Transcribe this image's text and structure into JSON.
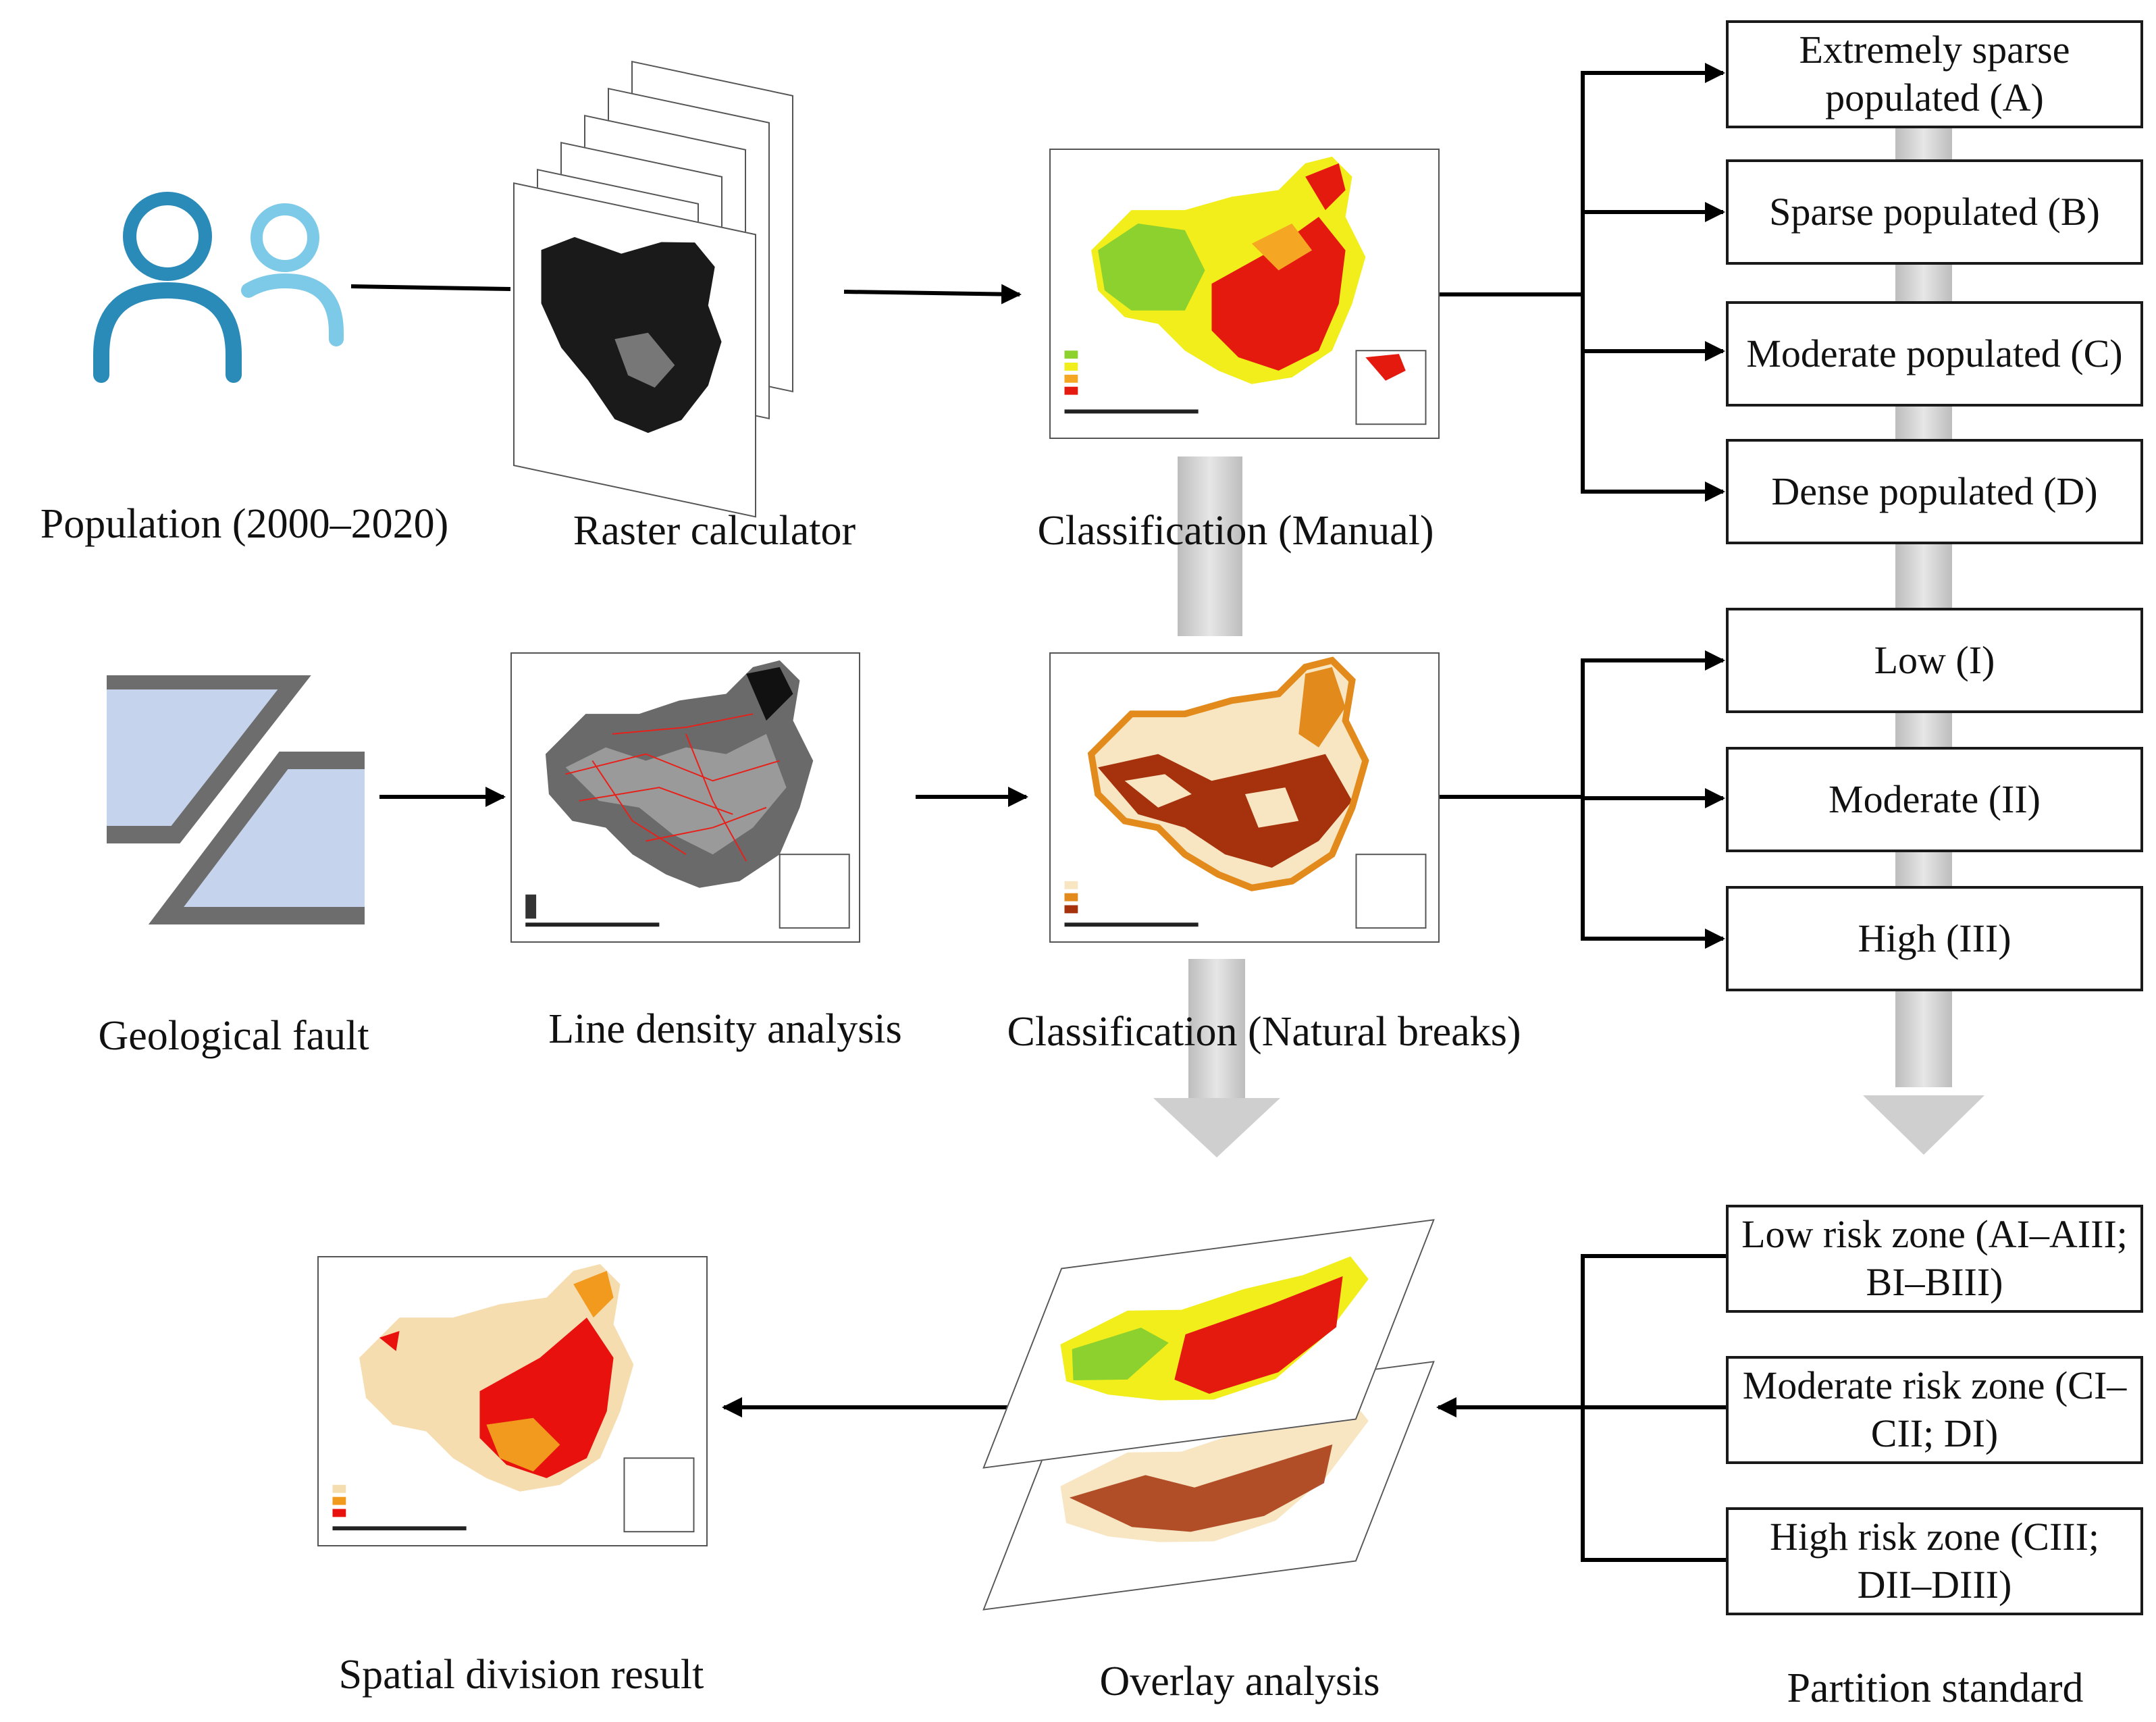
{
  "steps": {
    "population": "Population (2000–2020)",
    "raster": "Raster calculator",
    "class_manual": "Classification (Manual)",
    "geo_fault": "Geological fault",
    "line_density": "Line density analysis",
    "class_natural": "Classification (Natural breaks)",
    "spatial_result": "Spatial division result",
    "overlay": "Overlay analysis",
    "partition": "Partition standard"
  },
  "population_classes": [
    {
      "label": "Extremely sparse populated (A)"
    },
    {
      "label": "Sparse populated (B)"
    },
    {
      "label": "Moderate populated (C)"
    },
    {
      "label": "Dense populated (D)"
    }
  ],
  "fault_classes": [
    {
      "label": "Low (I)"
    },
    {
      "label": "Moderate (II)"
    },
    {
      "label": "High (III)"
    }
  ],
  "risk_zones": [
    {
      "label": "Low risk zone (AI–AIII; BI–BIII)"
    },
    {
      "label": "Moderate risk zone (CI–CII; DI)"
    },
    {
      "label": "High risk zone (CIII; DII–DIII)"
    }
  ],
  "colors": {
    "person_dark": "#2A8AB8",
    "person_light": "#7CC9E8",
    "fault_fill": "#C5D4EC",
    "fault_stroke": "#6D6D6D",
    "pop_extreme_sparse": "#8CD12E",
    "pop_sparse": "#F2EE1C",
    "pop_moderate": "#F5A623",
    "pop_dense": "#E41A0E",
    "fault_low": "#F8E6C2",
    "fault_mod": "#E38A1C",
    "fault_high": "#A5320C",
    "risk_low": "#F6DDB0",
    "risk_mod": "#F29A1E",
    "risk_high": "#E8110D",
    "flow_arrow": "#D3D3D3"
  }
}
